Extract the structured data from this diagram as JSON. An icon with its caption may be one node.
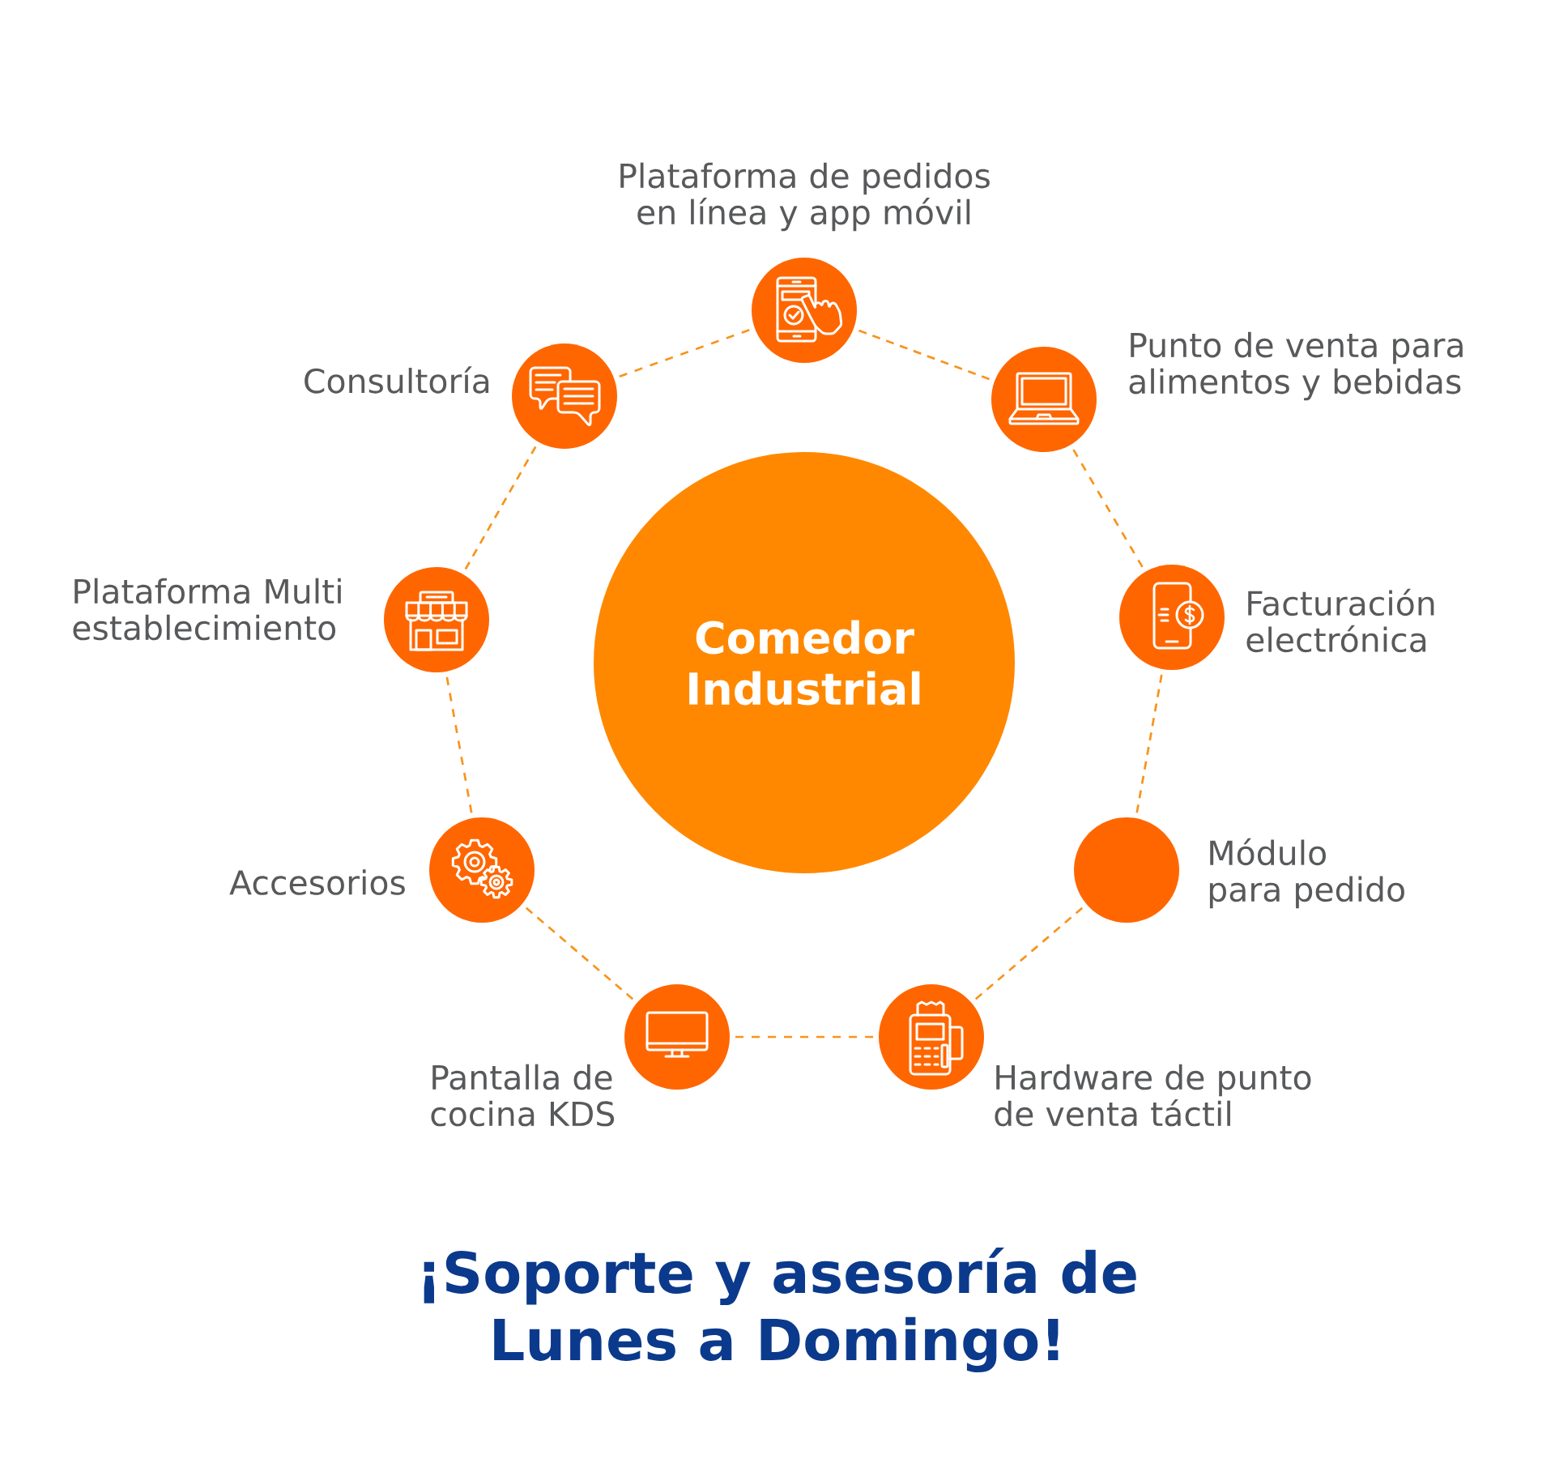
{
  "diagram": {
    "caption": "¡Soporte y asesoría de Lunes a Domingo!",
    "nodes": [
      {
        "text": [
          "Comedor Industrial"
        ]
      },
      {
        "text": [
          "Plataforma de pedidos en línea y app móvil"
        ]
      },
      {
        "text": [
          "Punto de venta para alimentos y bebidas"
        ]
      },
      {
        "text": [
          "Facturación electrónica"
        ]
      },
      {
        "text": [
          "Módulo para pedido"
        ]
      },
      {
        "text": [
          "Hardware de punto de venta táctil"
        ]
      },
      {
        "text": [
          "Pantalla de cocina KDS"
        ]
      },
      {
        "text": [
          "Accesorios"
        ]
      },
      {
        "text": [
          "Plataforma Multi establecimiento"
        ]
      },
      {
        "text": [
          "Consultoría"
        ]
      }
    ],
    "edges": [
      {
        "from": 1,
        "to": 2,
        "arrow": "none",
        "style": "dashed"
      },
      {
        "from": 2,
        "to": 3,
        "arrow": "none",
        "style": "dashed"
      },
      {
        "from": 3,
        "to": 4,
        "arrow": "none",
        "style": "dashed"
      },
      {
        "from": 4,
        "to": 5,
        "arrow": "none",
        "style": "dashed"
      },
      {
        "from": 5,
        "to": 6,
        "arrow": "none",
        "style": "dashed"
      },
      {
        "from": 6,
        "to": 7,
        "arrow": "none",
        "style": "dashed"
      },
      {
        "from": 7,
        "to": 8,
        "arrow": "none",
        "style": "dashed"
      },
      {
        "from": 8,
        "to": 9,
        "arrow": "none",
        "style": "dashed"
      },
      {
        "from": 9,
        "to": 1,
        "arrow": "none",
        "style": "dashed"
      }
    ]
  }
}
